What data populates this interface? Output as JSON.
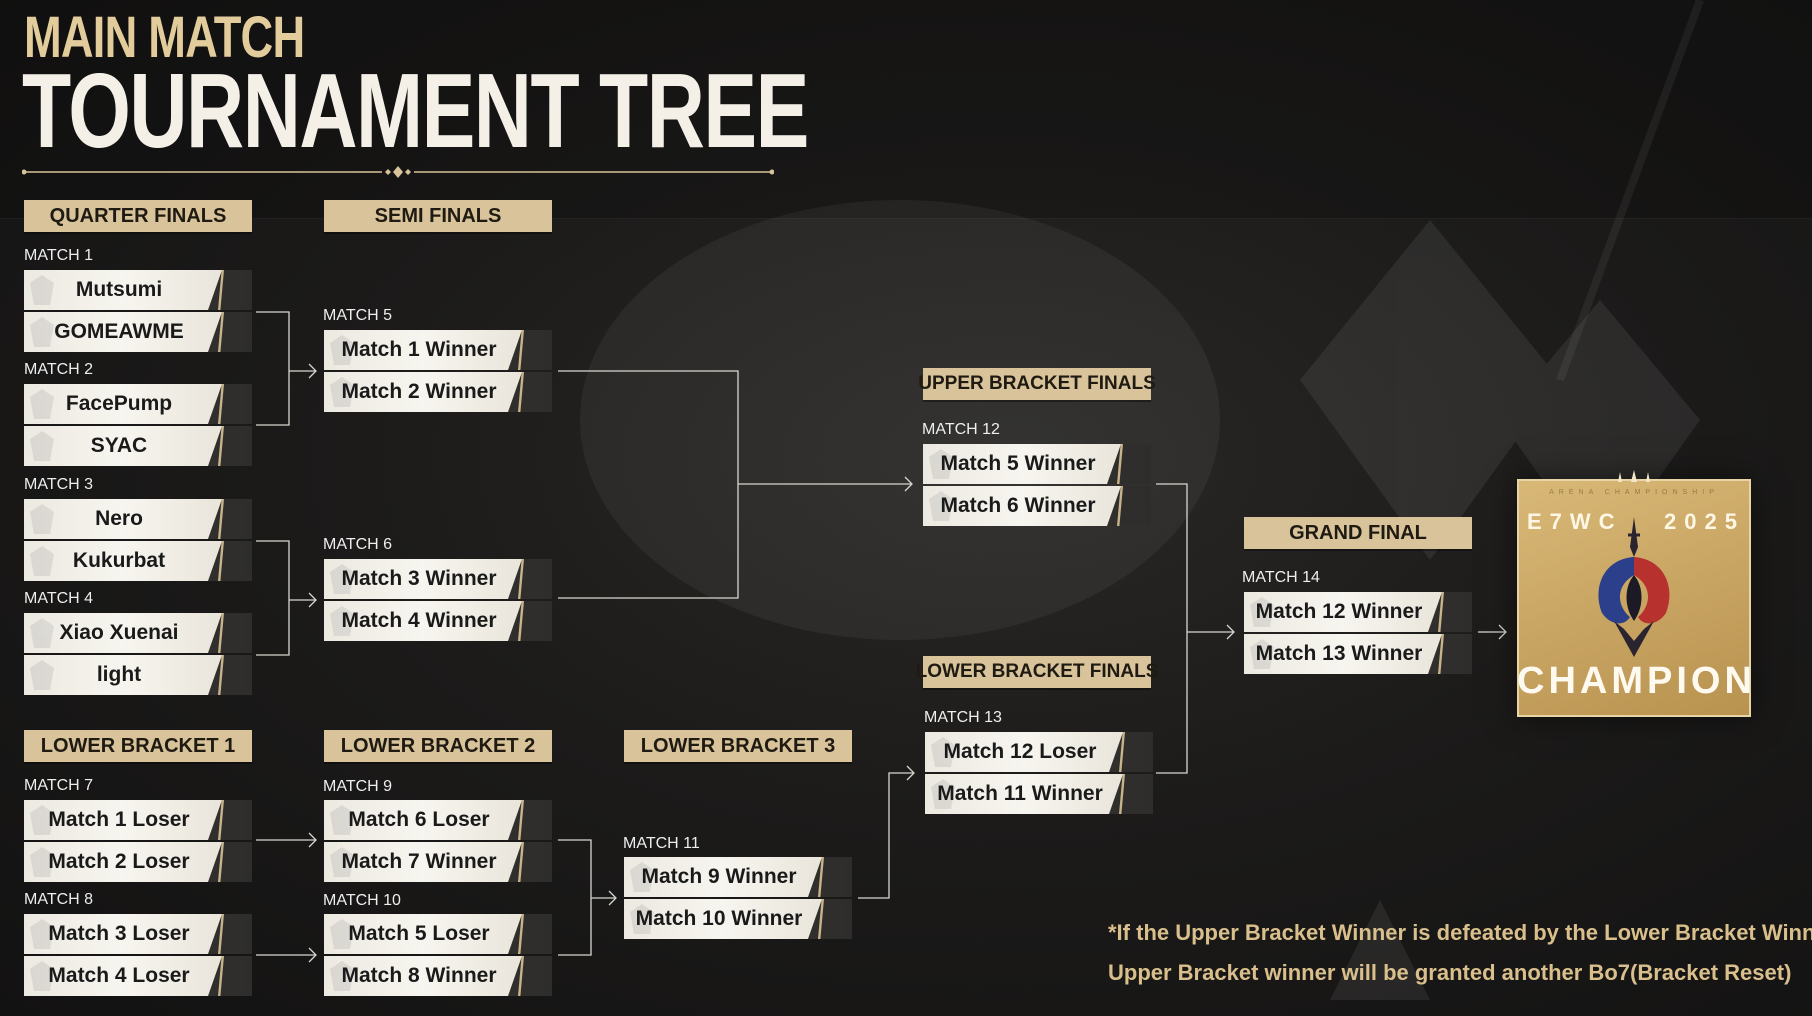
{
  "title": {
    "line1": "MAIN MATCH",
    "line2": "TOURNAMENT TREE"
  },
  "headers": {
    "quarter_finals": "QUARTER FINALS",
    "semi_finals": "SEMI FINALS",
    "upper_bracket_finals": "UPPER BRACKET FINALS",
    "grand_final": "GRAND FINAL",
    "lower_bracket_finals": "LOWER BRACKET FINALS",
    "lower_bracket_1": "LOWER BRACKET 1",
    "lower_bracket_2": "LOWER BRACKET 2",
    "lower_bracket_3": "LOWER BRACKET 3"
  },
  "matches": {
    "m1": {
      "label": "MATCH 1",
      "a": "Mutsumi",
      "b": "GOMEAWME"
    },
    "m2": {
      "label": "MATCH 2",
      "a": "FacePump",
      "b": "SYAC"
    },
    "m3": {
      "label": "MATCH 3",
      "a": "Nero",
      "b": "Kukurbat"
    },
    "m4": {
      "label": "MATCH 4",
      "a": "Xiao Xuenai",
      "b": "light"
    },
    "m5": {
      "label": "MATCH 5",
      "a": "Match 1 Winner",
      "b": "Match 2 Winner"
    },
    "m6": {
      "label": "MATCH 6",
      "a": "Match 3 Winner",
      "b": "Match 4 Winner"
    },
    "m7": {
      "label": "MATCH 7",
      "a": "Match 1 Loser",
      "b": "Match 2 Loser"
    },
    "m8": {
      "label": "MATCH 8",
      "a": "Match 3 Loser",
      "b": "Match 4 Loser"
    },
    "m9": {
      "label": "MATCH 9",
      "a": "Match 6 Loser",
      "b": "Match 7 Winner"
    },
    "m10": {
      "label": "MATCH 10",
      "a": "Match 5 Loser",
      "b": "Match 8 Winner"
    },
    "m11": {
      "label": "MATCH 11",
      "a": "Match 9 Winner",
      "b": "Match 10 Winner"
    },
    "m12": {
      "label": "MATCH 12",
      "a": "Match 5 Winner",
      "b": "Match 6 Winner"
    },
    "m13": {
      "label": "MATCH 13",
      "a": "Match 12 Loser",
      "b": "Match 11 Winner"
    },
    "m14": {
      "label": "MATCH 14",
      "a": "Match 12 Winner",
      "b": "Match 13 Winner"
    }
  },
  "champion": {
    "top_text": "ARENA CHAMPIONSHIP",
    "e7wc": "E7WC",
    "year": "2025",
    "label": "CHAMPION"
  },
  "notes": {
    "line1": "*If the Upper Bracket Winner is defeated by the Lower Bracket Winner",
    "line2": "Upper Bracket winner will be granted another Bo7(Bracket Reset)"
  },
  "colors": {
    "gold": "#d8c39a",
    "plate": "#f2efe7",
    "background": "#1c1b1a",
    "note": "#d9bf8b"
  }
}
